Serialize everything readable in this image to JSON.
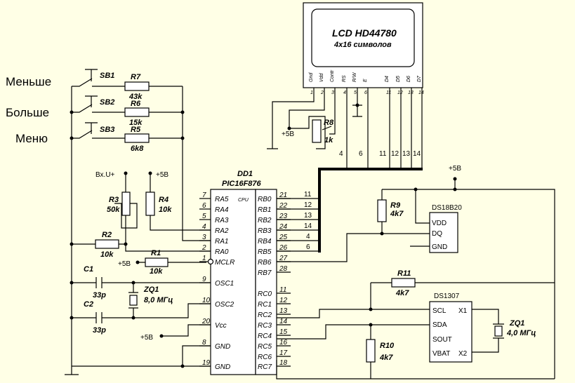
{
  "buttons": {
    "minus": "Меньше",
    "plus": "Больше",
    "menu": "Меню"
  },
  "switches": [
    "SB1",
    "SB2",
    "SB3"
  ],
  "resistors": {
    "r7": {
      "ref": "R7",
      "value": "43k"
    },
    "r6": {
      "ref": "R6",
      "value": "15k"
    },
    "r5": {
      "ref": "R5",
      "value": "6k8"
    },
    "r3": {
      "ref": "R3",
      "value": "50k"
    },
    "r4": {
      "ref": "R4",
      "value": "10k"
    },
    "r2": {
      "ref": "R2",
      "value": "10k"
    },
    "r1": {
      "ref": "R1",
      "value": "10k"
    },
    "r8": {
      "ref": "R8",
      "value": "1k"
    },
    "r9": {
      "ref": "R9",
      "value": "4k7"
    },
    "r11": {
      "ref": "R11",
      "value": "4k7"
    },
    "r10": {
      "ref": "R10",
      "value": "4k7"
    }
  },
  "capacitors": {
    "c1": {
      "ref": "C1",
      "value": "33p"
    },
    "c2": {
      "ref": "C2",
      "value": "33p"
    }
  },
  "crystals": {
    "zq1_mcu": {
      "ref": "ZQ1",
      "value": "8,0 МГц"
    },
    "zq1_rtc": {
      "ref": "ZQ1",
      "value": "4,0 МГц"
    }
  },
  "power": {
    "plus5": "+5В",
    "vin": "Вх.U+"
  },
  "lcd": {
    "title": "LCD HD44780",
    "subtitle": "4x16 символов",
    "pins": [
      {
        "name": "Gnd",
        "num": "1"
      },
      {
        "name": "Vdd",
        "num": "2"
      },
      {
        "name": "Contr",
        "num": "3"
      },
      {
        "name": "RS",
        "num": "4"
      },
      {
        "name": "R/W",
        "num": "5"
      },
      {
        "name": "E",
        "num": "6"
      },
      {
        "name": "D4",
        "num": "11"
      },
      {
        "name": "D5",
        "num": "12"
      },
      {
        "name": "D6",
        "num": "13"
      },
      {
        "name": "D7",
        "num": "14"
      }
    ],
    "bus_labels": [
      "4",
      "6",
      "11",
      "12",
      "13",
      "14"
    ]
  },
  "mcu": {
    "ref": "DD1",
    "part": "PIC16F876",
    "cpu": "CPU",
    "left_pins": [
      {
        "num": "7",
        "name": "RA5"
      },
      {
        "num": "6",
        "name": "RA4"
      },
      {
        "num": "5",
        "name": "RA3"
      },
      {
        "num": "4",
        "name": "RA2"
      },
      {
        "num": "3",
        "name": "RA1"
      },
      {
        "num": "2",
        "name": "RA0"
      },
      {
        "num": "1",
        "name": "MCLR"
      },
      {
        "num": "9",
        "name": "OSC1"
      },
      {
        "num": "10",
        "name": "OSC2"
      },
      {
        "num": "20",
        "name": "Vcc"
      },
      {
        "num": "8",
        "name": "GND"
      },
      {
        "num": "19",
        "name": "GND"
      }
    ],
    "right_pins": [
      {
        "num": "21",
        "name": "RB0"
      },
      {
        "num": "22",
        "name": "RB1"
      },
      {
        "num": "23",
        "name": "RB2"
      },
      {
        "num": "24",
        "name": "RB3"
      },
      {
        "num": "25",
        "name": "RB4"
      },
      {
        "num": "26",
        "name": "RB5"
      },
      {
        "num": "27",
        "name": "RB6"
      },
      {
        "num": "28",
        "name": "RB7"
      },
      {
        "num": "11",
        "name": "RC0"
      },
      {
        "num": "12",
        "name": "RC1"
      },
      {
        "num": "13",
        "name": "RC2"
      },
      {
        "num": "14",
        "name": "RC3"
      },
      {
        "num": "15",
        "name": "RC4"
      },
      {
        "num": "16",
        "name": "RC5"
      },
      {
        "num": "17",
        "name": "RC6"
      },
      {
        "num": "18",
        "name": "RC7"
      }
    ],
    "bus_wire_labels": [
      "11",
      "12",
      "13",
      "14",
      "4",
      "6"
    ]
  },
  "ds18b20": {
    "name": "DS18B20",
    "pins": [
      "VDD",
      "DQ",
      "GND"
    ]
  },
  "ds1307": {
    "name": "DS1307",
    "left_pins": [
      "SCL",
      "SDA",
      "SOUT",
      "VBAT"
    ],
    "right_pins": [
      "X1",
      "X2"
    ]
  }
}
